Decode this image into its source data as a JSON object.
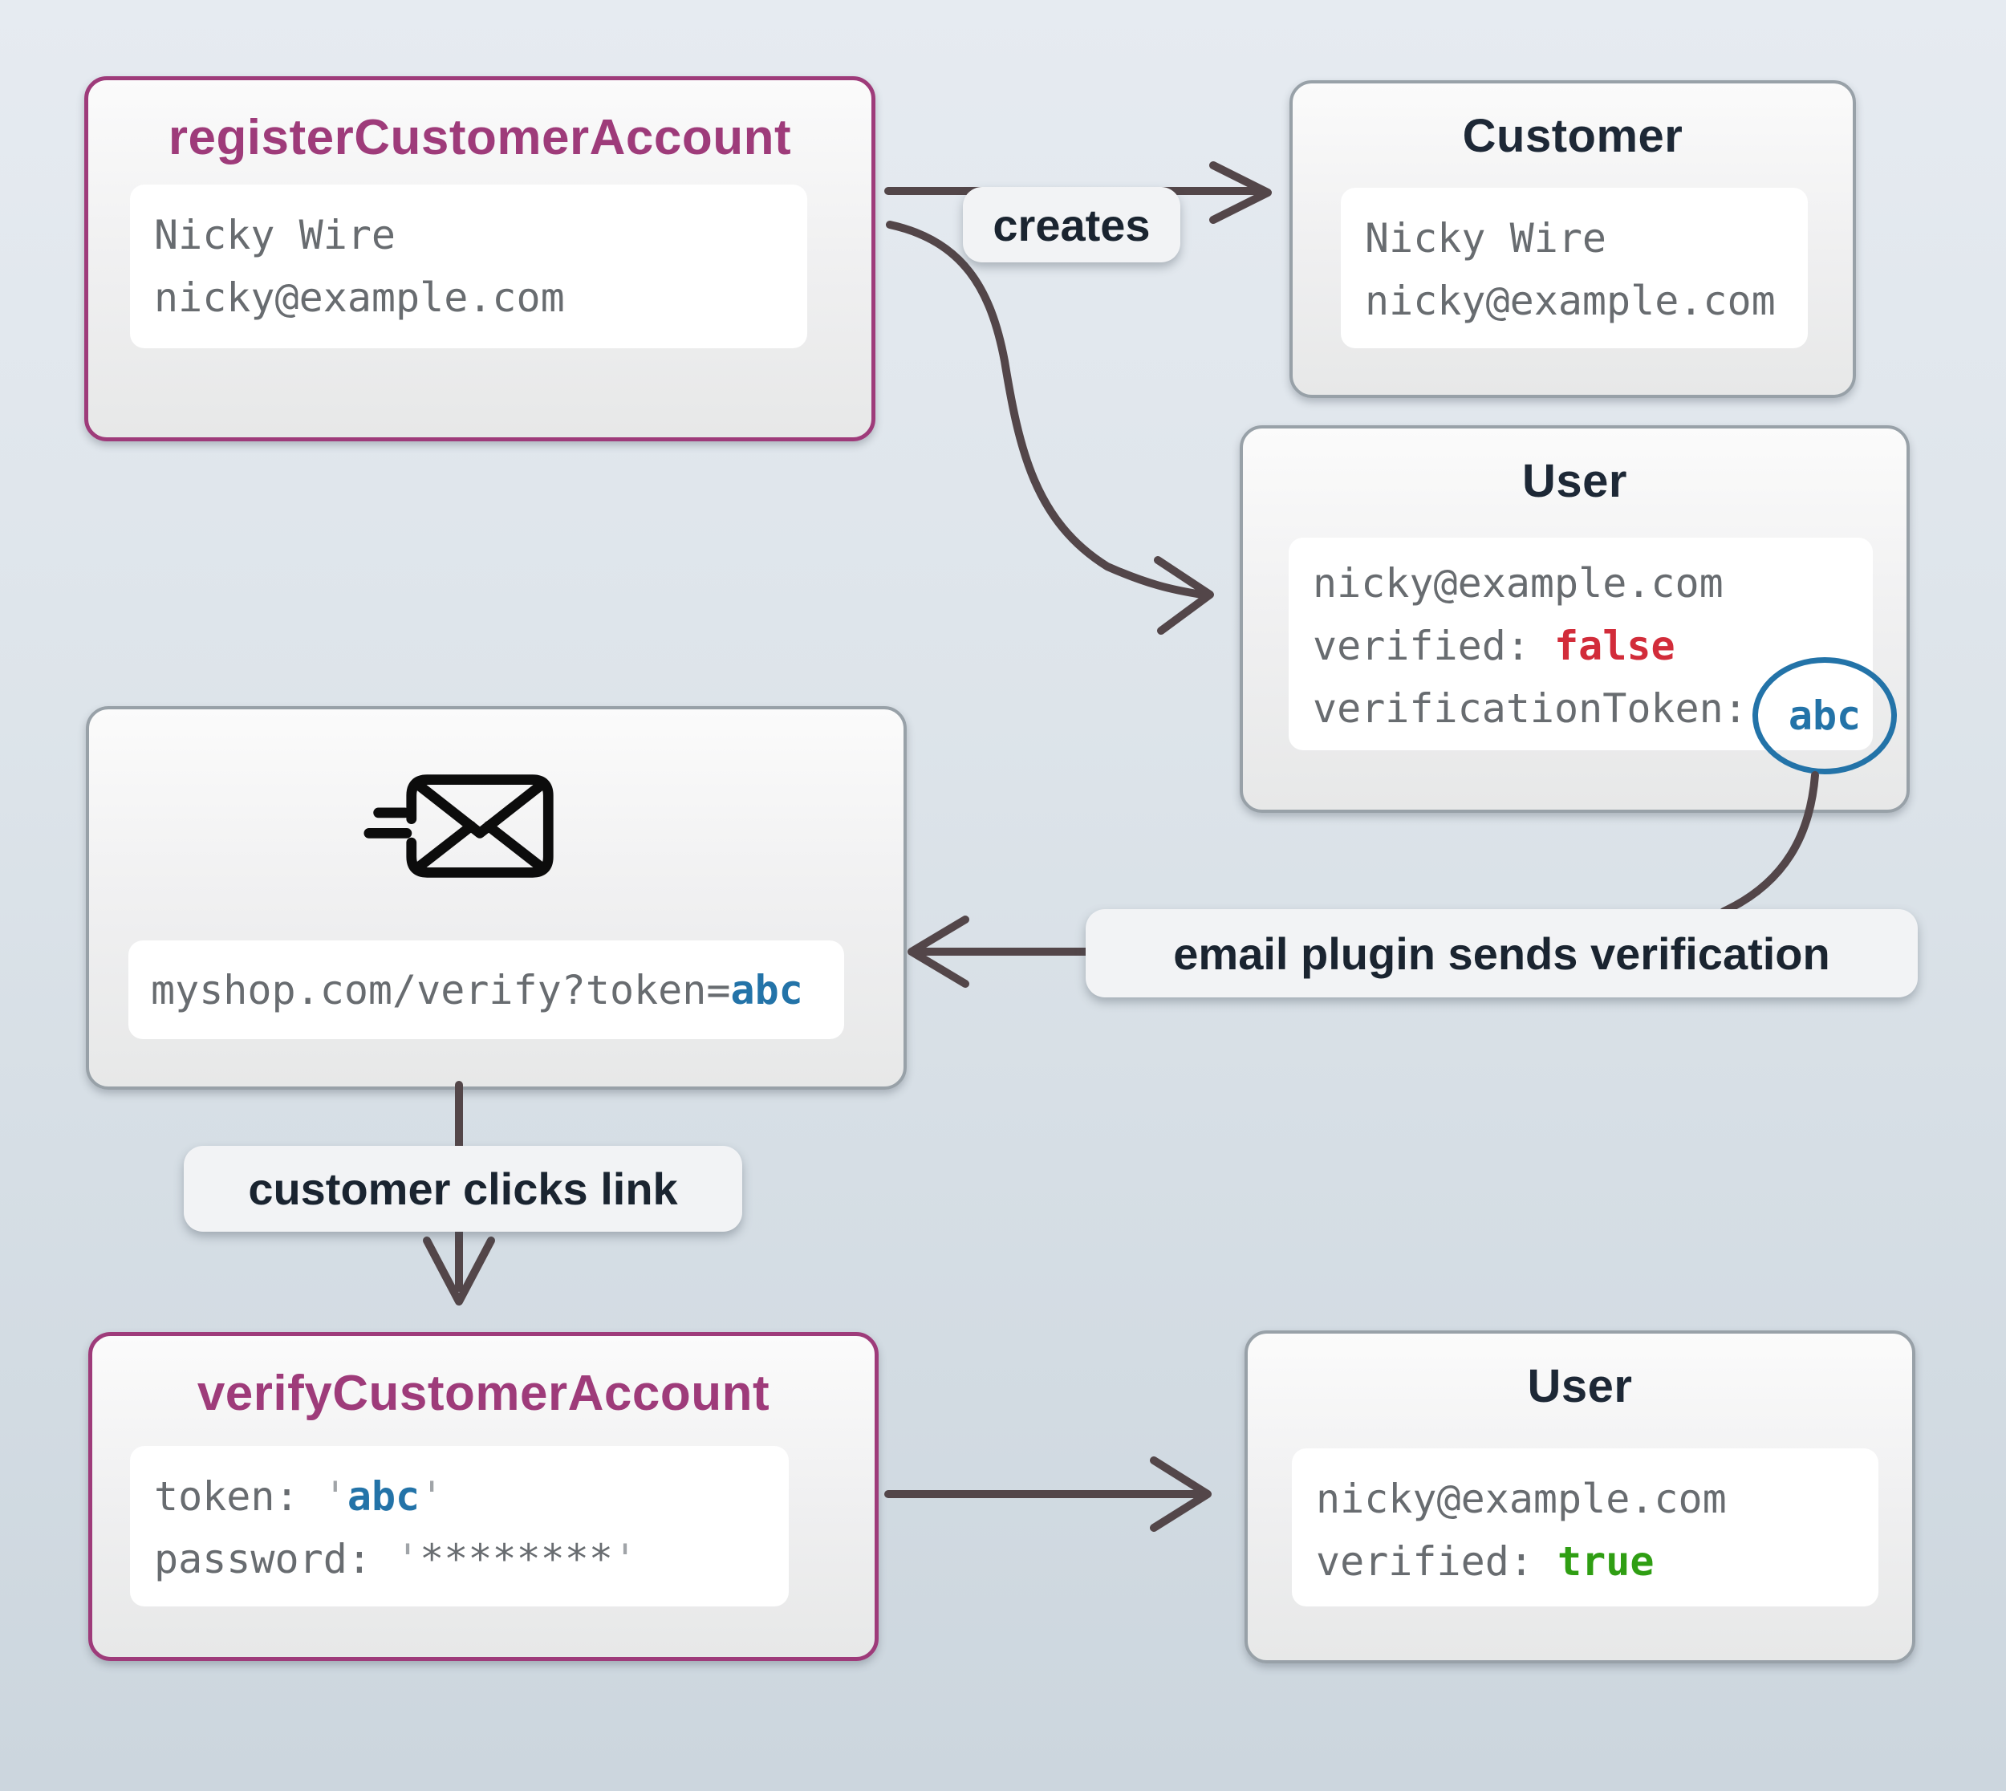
{
  "colors": {
    "background_top": "#e6ebf1",
    "background_bottom": "#ccd6de",
    "accent_purple": "#9e3b7a",
    "box_border_gray": "#98a1a8",
    "title_dark": "#1d2836",
    "mono_gray": "#686c70",
    "value_red": "#d22c3a",
    "value_green": "#2f9e13",
    "value_blue": "#2373a8",
    "arrow_color": "#534649"
  },
  "boxes": {
    "register": {
      "title": "registerCustomerAccount",
      "name": "Nicky Wire",
      "email": "nicky@example.com"
    },
    "customer": {
      "title": "Customer",
      "name": "Nicky Wire",
      "email": "nicky@example.com"
    },
    "user_top": {
      "title": "User",
      "email": "nicky@example.com",
      "verified_label": "verified:",
      "verified_value": "false",
      "token_label": "verificationToken:",
      "token_value": "abc"
    },
    "email": {
      "icon": "send-email-icon",
      "url_prefix": "myshop.com/verify?token=",
      "url_token": "abc"
    },
    "verify": {
      "title": "verifyCustomerAccount",
      "token_label": "token:",
      "quote_open": "'",
      "token_value": "abc",
      "quote_close": "'",
      "password_label": "password:",
      "password_quote_open": "'",
      "password_value": "********",
      "password_quote_close": "'"
    },
    "user_bottom": {
      "title": "User",
      "email": "nicky@example.com",
      "verified_label": "verified:",
      "verified_value": "true"
    }
  },
  "labels": {
    "creates": "creates",
    "email_plugin": "email plugin sends verification",
    "customer_clicks": "customer clicks link"
  }
}
